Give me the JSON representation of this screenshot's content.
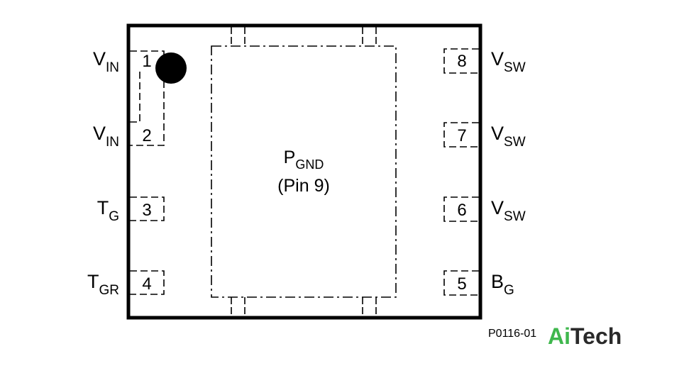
{
  "pins": {
    "p1": {
      "num": "1",
      "name": "V",
      "sub": "IN"
    },
    "p2": {
      "num": "2",
      "name": "V",
      "sub": "IN"
    },
    "p3": {
      "num": "3",
      "name": "T",
      "sub": "G"
    },
    "p4": {
      "num": "4",
      "name": "T",
      "sub": "GR"
    },
    "p5": {
      "num": "5",
      "name": "B",
      "sub": "G"
    },
    "p6": {
      "num": "6",
      "name": "V",
      "sub": "SW"
    },
    "p7": {
      "num": "7",
      "name": "V",
      "sub": "SW"
    },
    "p8": {
      "num": "8",
      "name": "V",
      "sub": "SW"
    }
  },
  "pad": {
    "name": "P",
    "sub": "GND",
    "line2": "(Pin 9)"
  },
  "figure_id": "P0116-01",
  "logo": {
    "part1": "Ai",
    "part2": "Tech"
  },
  "colors": {
    "logo_green": "#3fb74d",
    "logo_dark": "#2a2a2a"
  }
}
